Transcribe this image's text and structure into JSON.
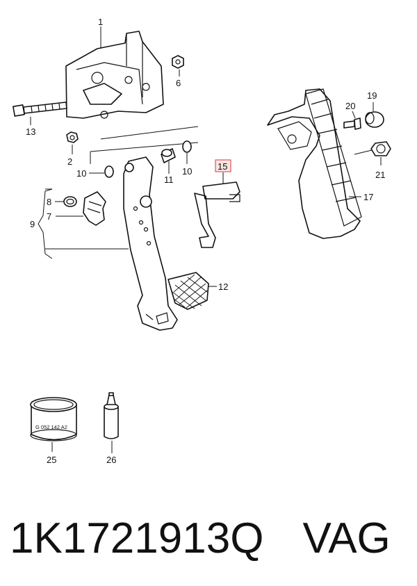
{
  "callouts": {
    "c1": "1",
    "c2": "2",
    "c6": "6",
    "c7": "7",
    "c8": "8",
    "c9": "9",
    "c10a": "10",
    "c10b": "10",
    "c11": "11",
    "c12": "12",
    "c13": "13",
    "c15": "15",
    "c17": "17",
    "c19": "19",
    "c20": "20",
    "c21": "21",
    "c25": "25",
    "c26": "26"
  },
  "sleeve_text": "G 052 142 A2",
  "highlight_color": "#d43a3a",
  "footer": {
    "part_number": "1K1721913Q",
    "brand": "VAG"
  }
}
